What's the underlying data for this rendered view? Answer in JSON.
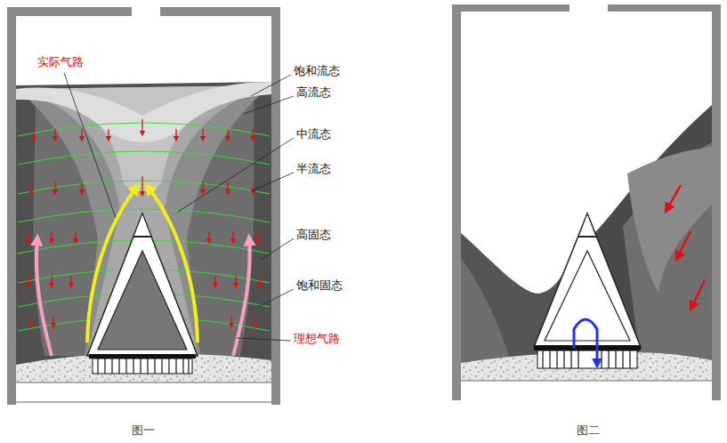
{
  "diagram": {
    "labels": [
      "实际气路",
      "饱和流态",
      "高流态",
      "中流态",
      "半流态",
      "高固态",
      "饱和固态",
      "理想气路",
      "图一",
      "图二"
    ]
  }
}
